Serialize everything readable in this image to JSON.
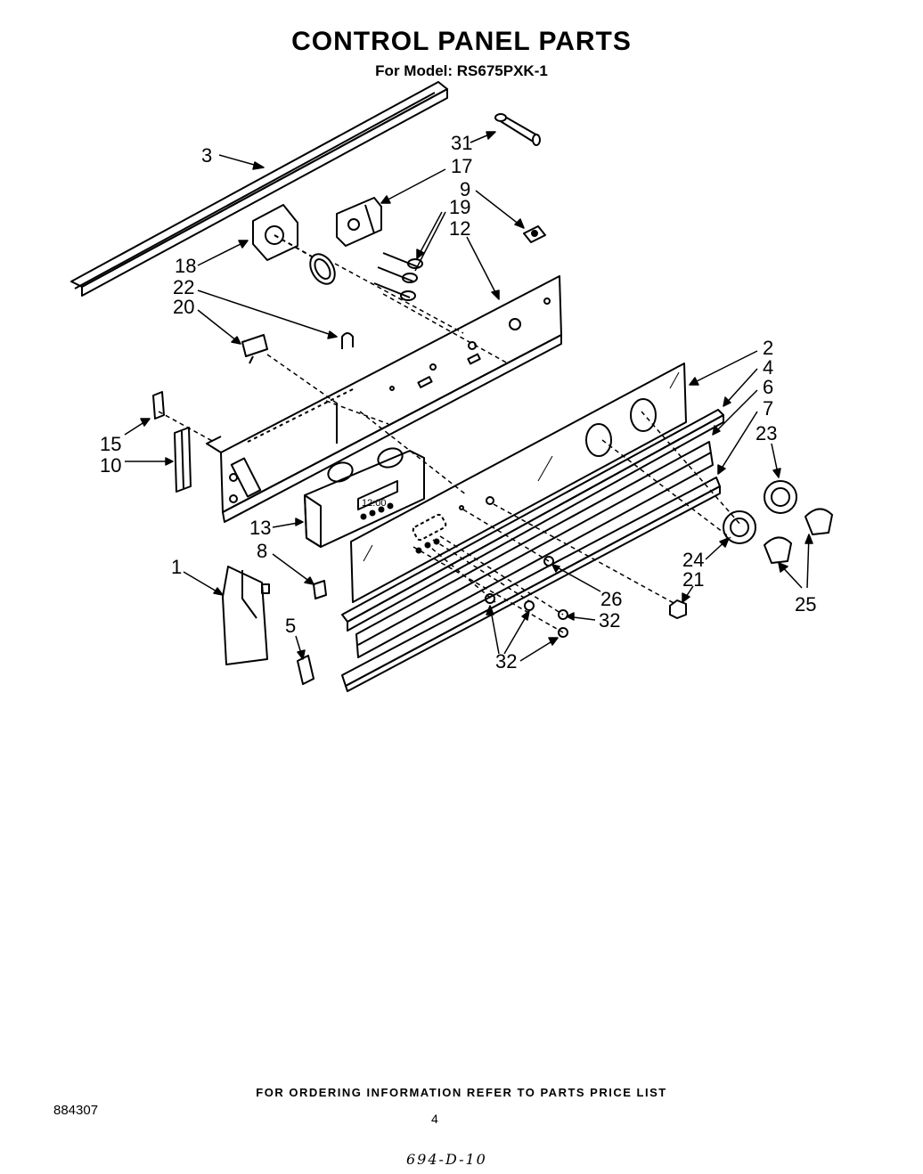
{
  "header": {
    "title": "CONTROL PANEL PARTS",
    "subtitle": "For Model: RS675PXK-1"
  },
  "callouts": [
    "3",
    "31",
    "17",
    "9",
    "19",
    "12",
    "18",
    "22",
    "20",
    "2",
    "4",
    "6",
    "7",
    "23",
    "15",
    "10",
    "13",
    "8",
    "1",
    "5",
    "24",
    "21",
    "25",
    "26",
    "32",
    "32"
  ],
  "clock_display": "12:00",
  "footer": {
    "ordering_note": "FOR ORDERING INFORMATION REFER TO PARTS PRICE LIST",
    "doc_number": "884307",
    "page_number": "4",
    "handwritten_note": "694-D-10"
  }
}
